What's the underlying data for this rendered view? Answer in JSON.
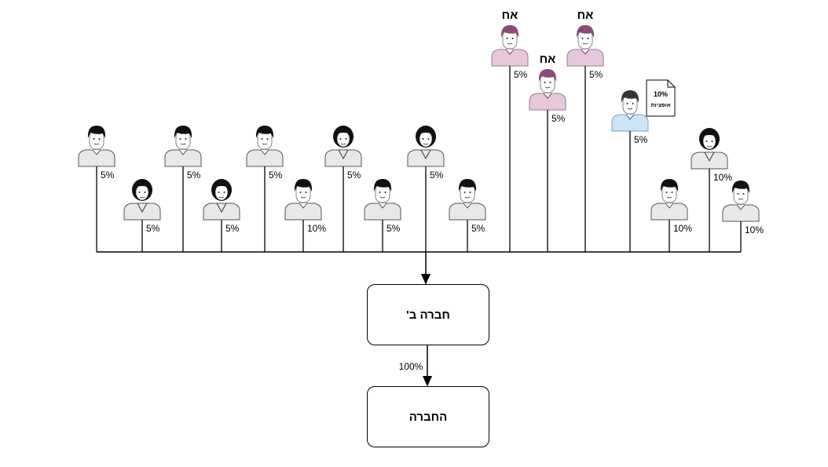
{
  "shareholders": [
    {
      "type": "male",
      "color": "gray",
      "pct": "5%"
    },
    {
      "type": "female",
      "color": "gray",
      "pct": "5%"
    },
    {
      "type": "male",
      "color": "gray",
      "pct": "5%"
    },
    {
      "type": "female",
      "color": "gray",
      "pct": "5%"
    },
    {
      "type": "male",
      "color": "gray",
      "pct": "5%"
    },
    {
      "type": "male",
      "color": "gray",
      "pct": "10%"
    },
    {
      "type": "female",
      "color": "gray",
      "pct": "5%"
    },
    {
      "type": "male",
      "color": "gray",
      "pct": "5%"
    },
    {
      "type": "female",
      "color": "gray",
      "pct": "5%"
    },
    {
      "type": "male",
      "color": "gray",
      "pct": "5%"
    },
    {
      "type": "male",
      "color": "purple",
      "pct": "5%",
      "label": "אח"
    },
    {
      "type": "male",
      "color": "purple",
      "pct": "5%",
      "label": "אח"
    },
    {
      "type": "male",
      "color": "purple",
      "pct": "5%",
      "label": "אח"
    },
    {
      "type": "male",
      "color": "blue",
      "pct": "5%",
      "note": {
        "line1": "10%",
        "line2": "אופציות"
      }
    },
    {
      "type": "male",
      "color": "gray",
      "pct": "10%"
    },
    {
      "type": "female",
      "color": "gray",
      "pct": "10%"
    },
    {
      "type": "male",
      "color": "gray",
      "pct": "10%"
    }
  ],
  "company_b": {
    "label": "חברה ב'"
  },
  "company": {
    "label": "החברה"
  },
  "ownership_pct": "100%",
  "colors": {
    "gray_body": "#e8e8e8",
    "purple_body": "#e6c7dc",
    "purple_hair": "#8a4a78",
    "blue_body": "#cce4f7",
    "blue_hair": "#333333"
  }
}
